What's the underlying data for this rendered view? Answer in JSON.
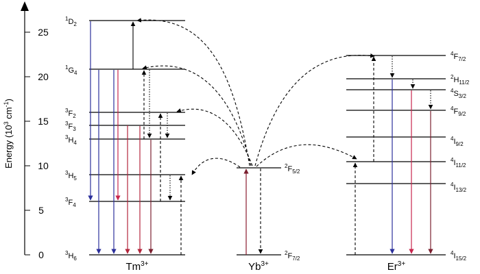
{
  "axis": {
    "title": "Energy (10",
    "title_sup": "3",
    "title_unit": " cm",
    "title_sup2": "-1",
    "title_close": ")",
    "ticks": [
      "0",
      "5",
      "10",
      "15",
      "20",
      "25"
    ]
  },
  "ions": {
    "tm": {
      "base": "Tm",
      "sup": "3+"
    },
    "yb": {
      "base": "Yb",
      "sup": "3+"
    },
    "er": {
      "base": "Er",
      "sup": "3+"
    }
  },
  "tm_levels": [
    {
      "sup": "1",
      "base": "D",
      "sub": "2"
    },
    {
      "sup": "1",
      "base": "G",
      "sub": "4"
    },
    {
      "sup": "3",
      "base": "F",
      "sub": "2"
    },
    {
      "sup": "3",
      "base": "F",
      "sub": "3"
    },
    {
      "sup": "3",
      "base": "H",
      "sub": "4"
    },
    {
      "sup": "3",
      "base": "H",
      "sub": "5"
    },
    {
      "sup": "3",
      "base": "F",
      "sub": "4"
    },
    {
      "sup": "3",
      "base": "H",
      "sub": "6"
    }
  ],
  "yb_levels": [
    {
      "sup": "2",
      "base": "F",
      "sub": "5/2"
    },
    {
      "sup": "2",
      "base": "F",
      "sub": "7/2"
    }
  ],
  "er_levels": [
    {
      "sup": "4",
      "base": "F",
      "sub": "7/2"
    },
    {
      "sup": "2",
      "base": "H",
      "sub": "11/2"
    },
    {
      "sup": "4",
      "base": "S",
      "sub": "3/2"
    },
    {
      "sup": "4",
      "base": "F",
      "sub": "9/2"
    },
    {
      "sup": "4",
      "base": "I",
      "sub": "9/2"
    },
    {
      "sup": "4",
      "base": "I",
      "sub": "11/2"
    },
    {
      "sup": "4",
      "base": "I",
      "sub": "13/2"
    },
    {
      "sup": "4",
      "base": "I",
      "sub": "15/2"
    }
  ],
  "colors": {
    "blue": "#2b2f9b",
    "crimson": "#c8264e",
    "red": "#b3263c",
    "maroon": "#7a1f2e",
    "yb_arrow": "#8a1a2e"
  }
}
